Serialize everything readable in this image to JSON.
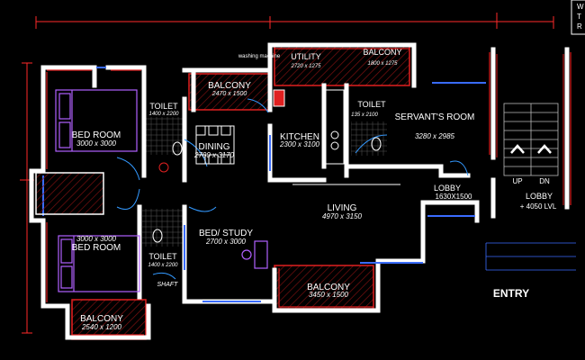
{
  "colors": {
    "background": "#000000",
    "wall": "#ffffff",
    "wall_red": "#e02020",
    "dimension": "#ff2a2a",
    "glazing": "#3a6cff",
    "furniture": "#b060ff",
    "door": "#3399ff",
    "hatch": "#7a1010",
    "text": "#ffffff",
    "grid": "#8a8a8a"
  },
  "title_block": {
    "lines": [
      "W",
      "T",
      "R"
    ]
  },
  "rooms": {
    "bed_room_1": {
      "name": "BED ROOM",
      "size": "3000 x 3000"
    },
    "toilet_1": {
      "name": "TOILET",
      "size": "1400 x 2200"
    },
    "balcony_1": {
      "name": "BALCONY",
      "size": "2470 x 1500"
    },
    "washing_machine": {
      "name": "washing machine"
    },
    "utility": {
      "name": "UTILITY",
      "size": "2720 x 1275"
    },
    "balcony_2": {
      "name": "BALCONY",
      "size": "1800 x 1275"
    },
    "toilet_2": {
      "name": "TOILET",
      "size": "135 x 2100"
    },
    "servants_room": {
      "name": "SERVANT'S ROOM",
      "size": "3280 x 2985"
    },
    "dining": {
      "name": "DINING",
      "size": "2700 x 3170"
    },
    "kitchen": {
      "name": "KITCHEN",
      "size": "2300 x 3100"
    },
    "lobby": {
      "name": "LOBBY",
      "size": "1630X1500"
    },
    "living": {
      "name": "LIVING",
      "size": "4970 x 3150"
    },
    "bed_room_2": {
      "name": "BED ROOM",
      "size": "3000 x 3000"
    },
    "toilet_3": {
      "name": "TOILET",
      "size": "1400 x 2200"
    },
    "bed_study": {
      "name": "BED/ STUDY",
      "size": "2700 x 3000"
    },
    "shaft": {
      "name": "SHAFT"
    },
    "balcony_3": {
      "name": "BALCONY",
      "size": "3450 x 1500"
    },
    "balcony_4": {
      "name": "BALCONY",
      "size": "2540 x 1200"
    },
    "stair_lobby": {
      "name": "LOBBY",
      "level": "+ 4050 LVL"
    }
  },
  "stair": {
    "up_label": "UP",
    "down_label": "DN"
  },
  "entry_label": "ENTRY"
}
